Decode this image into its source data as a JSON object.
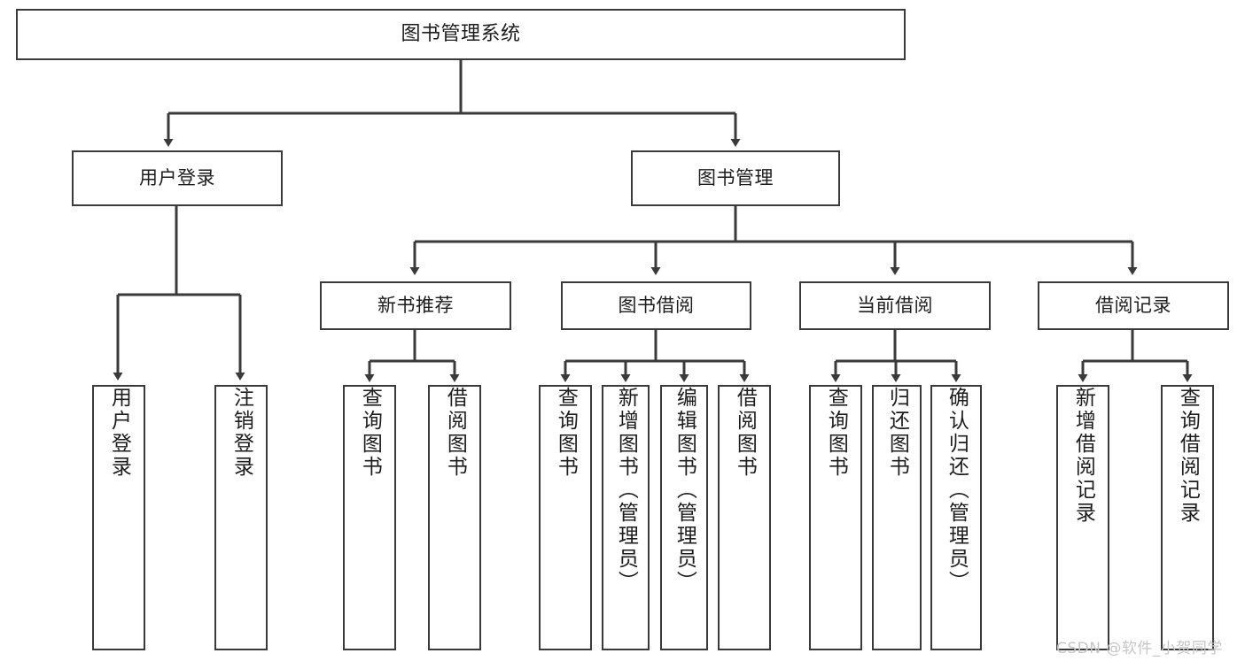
{
  "diagram": {
    "title_node": {
      "label": "图书管理系统"
    },
    "level2": [
      {
        "label": "用户登录"
      },
      {
        "label": "图书管理"
      }
    ],
    "level3": [
      {
        "label": "新书推荐"
      },
      {
        "label": "图书借阅"
      },
      {
        "label": "当前借阅"
      },
      {
        "label": "借阅记录"
      }
    ],
    "leaves": {
      "user_login": [
        {
          "label": "用户登录"
        },
        {
          "label": "注销登录"
        }
      ],
      "new_book": [
        {
          "label": "查询图书"
        },
        {
          "label": "借阅图书"
        }
      ],
      "borrow_book": [
        {
          "label": "查询图书"
        },
        {
          "label": "新增图书（管理员）"
        },
        {
          "label": "编辑图书（管理员）"
        },
        {
          "label": "借阅图书"
        }
      ],
      "current_borrow": [
        {
          "label": "查询图书"
        },
        {
          "label": "归还图书"
        },
        {
          "label": "确认归还（管理员）"
        }
      ],
      "borrow_record": [
        {
          "label": "新增借阅记录"
        },
        {
          "label": "查询借阅记录"
        }
      ]
    }
  },
  "watermark": {
    "text": "CSDN @软件_小贺同学"
  },
  "colors": {
    "stroke": "#3a3a3a",
    "fill": "#ffffff",
    "text": "#1d1d1d",
    "watermark": "#c6c6c6"
  }
}
